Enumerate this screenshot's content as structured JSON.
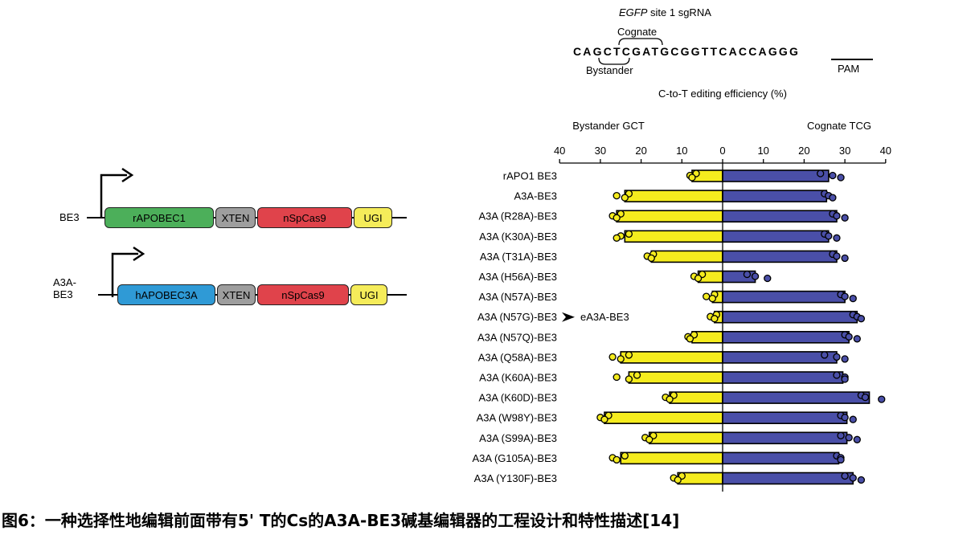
{
  "constructs": [
    {
      "name": "BE3",
      "segments": [
        {
          "label": "rAPOBEC1",
          "color": "#4caf5a"
        },
        {
          "label": "XTEN",
          "color": "#9e9e9e"
        },
        {
          "label": "nSpCas9",
          "color": "#e0434b"
        },
        {
          "label": "UGI",
          "color": "#f5ec5a"
        }
      ]
    },
    {
      "name": "A3A-\nBE3",
      "segments": [
        {
          "label": "hAPOBEC3A",
          "color": "#2f9ad6"
        },
        {
          "label": "XTEN",
          "color": "#9e9e9e"
        },
        {
          "label": "nSpCas9",
          "color": "#e0434b"
        },
        {
          "label": "UGI",
          "color": "#f5ec5a"
        }
      ]
    }
  ],
  "site": {
    "title_italic": "EGFP",
    "title_rest": " site 1 sgRNA",
    "cognate_label": "Cognate",
    "sequence": "CAGCTCGATGCGGTTCACCAGGG",
    "bystander_label": "Bystander",
    "pam_label": "PAM"
  },
  "callout": "eA3A-BE3",
  "caption": "图6：一种选择性地编辑前面带有5' T的Cs的A3A-BE3碱基编辑器的工程设计和特性描述[14]",
  "chart_data": {
    "type": "bar",
    "title": "C-to-T editing efficiency (%)",
    "left_label": "Bystander GCT",
    "right_label": "Cognate TCG",
    "xlim": [
      -40,
      40
    ],
    "ticks": [
      40,
      30,
      20,
      10,
      0,
      10,
      20,
      30,
      40
    ],
    "bystander_color": "#f5ec1e",
    "cognate_color": "#4a4fa8",
    "categories": [
      "rAPO1 BE3",
      "A3A-BE3",
      "A3A (R28A)-BE3",
      "A3A (K30A)-BE3",
      "A3A (T31A)-BE3",
      "A3A (H56A)-BE3",
      "A3A (N57A)-BE3",
      "A3A (N57G)-BE3",
      "A3A (N57Q)-BE3",
      "A3A (Q58A)-BE3",
      "A3A (K60A)-BE3",
      "A3A (K60D)-BE3",
      "A3A (W98Y)-BE3",
      "A3A (S99A)-BE3",
      "A3A (G105A)-BE3",
      "A3A (Y130F)-BE3"
    ],
    "series": [
      {
        "name": "Bystander GCT",
        "values": [
          7.5,
          24,
          26,
          24,
          17.5,
          6,
          2.5,
          2,
          7.5,
          25,
          23,
          13,
          29,
          18,
          25,
          11
        ],
        "points": [
          [
            6.5,
            8,
            7.5
          ],
          [
            23,
            26,
            24
          ],
          [
            25,
            27,
            26
          ],
          [
            23,
            25,
            26
          ],
          [
            17,
            18.5,
            17.5
          ],
          [
            5,
            7,
            6
          ],
          [
            2,
            4,
            2.5
          ],
          [
            1.5,
            3,
            2
          ],
          [
            7,
            8.5,
            8
          ],
          [
            23,
            27,
            25
          ],
          [
            21,
            26,
            23
          ],
          [
            12,
            14,
            13
          ],
          [
            28,
            30,
            29
          ],
          [
            17,
            19,
            18
          ],
          [
            24,
            27,
            26
          ],
          [
            10,
            12,
            11
          ]
        ]
      },
      {
        "name": "Cognate TCG",
        "values": [
          26,
          25.5,
          28,
          26,
          28,
          8,
          30,
          33,
          31,
          28,
          29.5,
          36,
          30.5,
          30.5,
          28.5,
          32
        ],
        "points": [
          [
            24,
            27,
            29
          ],
          [
            25,
            26,
            27
          ],
          [
            27,
            28,
            30
          ],
          [
            25,
            26,
            28
          ],
          [
            27,
            28,
            30
          ],
          [
            6,
            8,
            11
          ],
          [
            29,
            30,
            32
          ],
          [
            32,
            33,
            34
          ],
          [
            30,
            31,
            33
          ],
          [
            25,
            28,
            30
          ],
          [
            28,
            30,
            30
          ],
          [
            34,
            35,
            39
          ],
          [
            29,
            30,
            32
          ],
          [
            29,
            31,
            33
          ],
          [
            28,
            29,
            29
          ],
          [
            30,
            32,
            34
          ]
        ]
      }
    ]
  }
}
